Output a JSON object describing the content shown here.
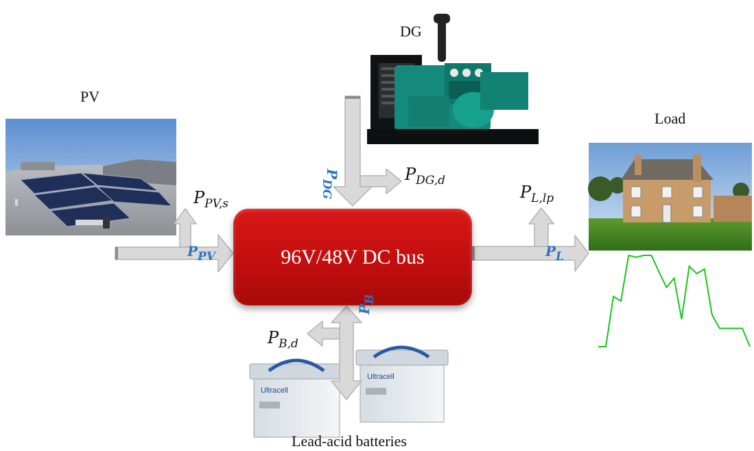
{
  "labels": {
    "pv": "PV",
    "dg": "DG",
    "load": "Load",
    "batteries": "Lead-acid batteries"
  },
  "bus": {
    "label": "96V/48V DC bus",
    "color": "#c31010"
  },
  "flows": {
    "p_pv": {
      "base": "P",
      "sub": "PV"
    },
    "p_pv_s": {
      "base": "P",
      "sub": "PV,s"
    },
    "p_dg": {
      "base": "P",
      "sub": "DG"
    },
    "p_dg_d": {
      "base": "P",
      "sub": "DG,d"
    },
    "p_l": {
      "base": "P",
      "sub": "L"
    },
    "p_l_lp": {
      "base": "P",
      "sub": "L,lp"
    },
    "p_b": {
      "base": "P",
      "sub": "B"
    },
    "p_b_d": {
      "base": "P",
      "sub": "B,d"
    }
  },
  "colors": {
    "arrow_fill": "#d9d9d9",
    "arrow_stroke": "#b4b4b4",
    "flow_label_blue": "#2f74c0",
    "load_profile": "#19c419"
  },
  "load_profile": [
    0.0,
    0.0,
    0.55,
    0.5,
    1.0,
    0.98,
    1.0,
    1.0,
    0.82,
    0.65,
    0.75,
    0.3,
    0.88,
    0.8,
    0.85,
    0.35,
    0.2,
    0.2,
    0.2,
    0.2,
    0.0
  ]
}
